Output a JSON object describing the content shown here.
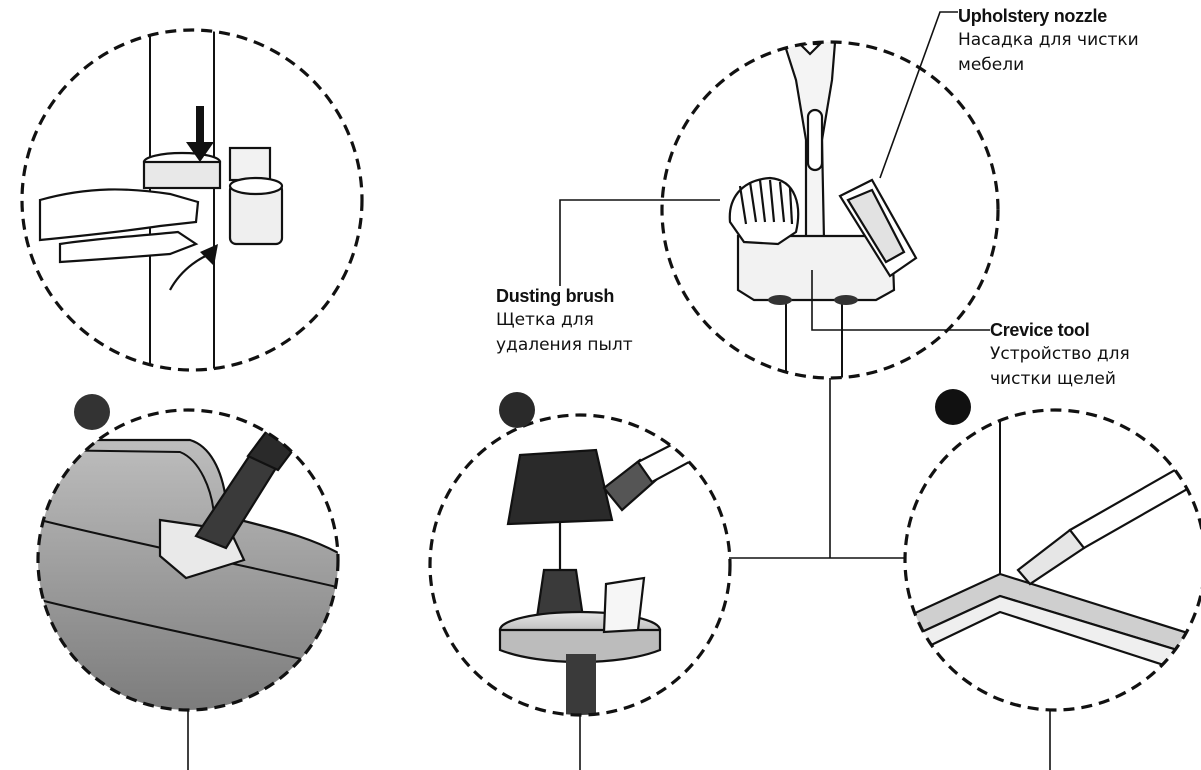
{
  "accessories": {
    "upholstery": {
      "en": "Upholstery nozzle",
      "ru_1": "Насадка для чистки",
      "ru_2": "мебели"
    },
    "dusting": {
      "en": "Dusting brush",
      "ru_1": "Щетка для",
      "ru_2": "удаления пылт"
    },
    "crevice": {
      "en": "Crevice tool",
      "ru_1": "Устройство для",
      "ru_2": "чистки щелей"
    }
  },
  "colors": {
    "ink": "#111111",
    "dark_fill": "#2a2a2a",
    "mid_fill": "#8a8a8a",
    "light_fill": "#d8d8d8"
  }
}
